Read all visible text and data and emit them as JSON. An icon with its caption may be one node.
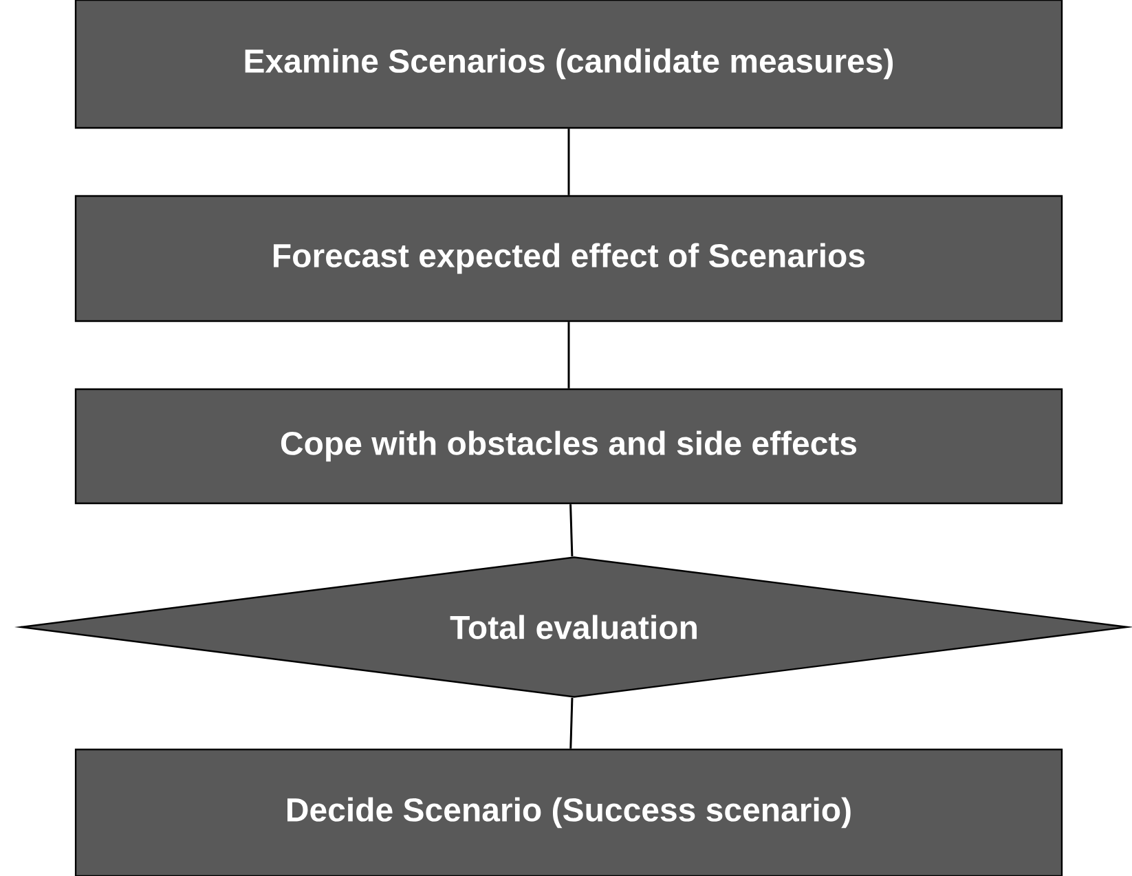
{
  "diagram": {
    "nodes": [
      {
        "text": [
          "Examine Scenarios (candidate measures)"
        ]
      },
      {
        "text": [
          "Forecast expected effect of Scenarios"
        ]
      },
      {
        "text": [
          "Cope with obstacles and side effects"
        ]
      },
      {
        "text": [
          "Total evaluation"
        ]
      },
      {
        "text": [
          "Decide Scenario (Success scenario)"
        ]
      }
    ],
    "edges": [
      {
        "from": 0,
        "to": 1,
        "arrow": "none"
      },
      {
        "from": 1,
        "to": 2,
        "arrow": "none"
      },
      {
        "from": 2,
        "to": 3,
        "arrow": "none"
      },
      {
        "from": 3,
        "to": 4,
        "arrow": "none"
      }
    ]
  }
}
